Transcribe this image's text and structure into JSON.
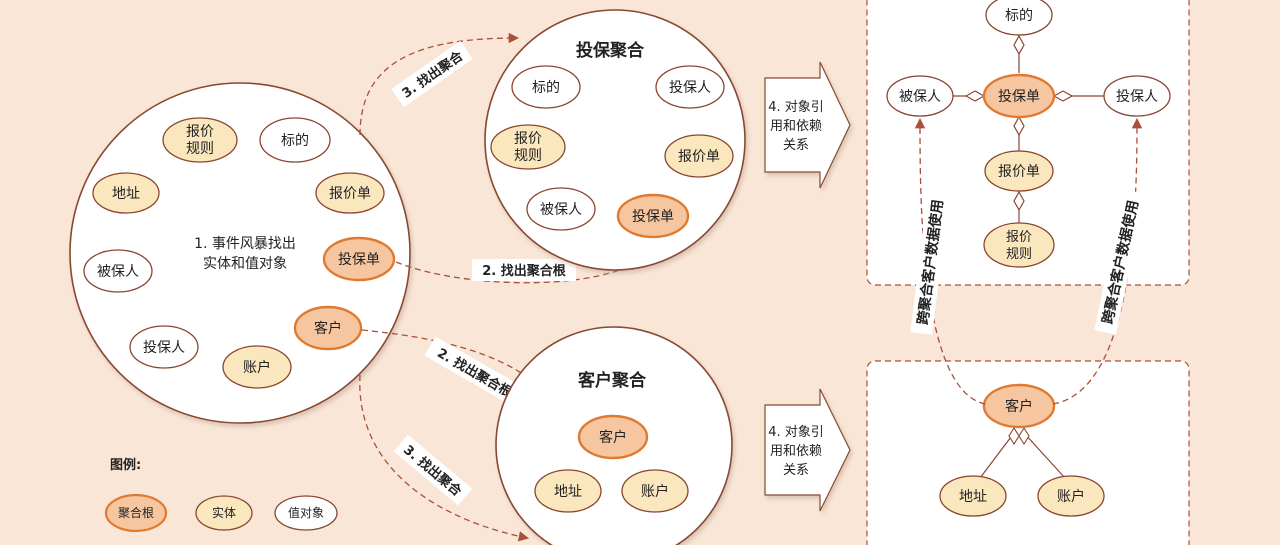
{
  "labels": {
    "event_storm": [
      "1. 事件风暴找出",
      "实体和值对象"
    ],
    "step3_top": "3. 找出聚合",
    "step2_top": "2. 找出聚合根",
    "step2_bottom": "2. 找出聚合根",
    "step3_bottom": "3. 找出聚合",
    "step4_top": [
      "4. 对象引",
      "用和依赖",
      "关系"
    ],
    "step4_bottom": [
      "4. 对象引",
      "用和依赖",
      "关系"
    ],
    "cross_left": "跨聚合客户数据使用",
    "cross_right": "跨聚合客户数据使用"
  },
  "big_circle": {
    "items": {
      "quote_rule": [
        "报价",
        "规则"
      ],
      "subject": "标的",
      "address": "地址",
      "quote": "报价单",
      "insured": "被保人",
      "policy": "投保单",
      "customer": "客户",
      "policyholder": "投保人",
      "account": "账户"
    }
  },
  "insure_agg": {
    "title": "投保聚合",
    "items": {
      "subject": "标的",
      "policyholder": "投保人",
      "quote_rule": [
        "报价",
        "规则"
      ],
      "quote": "报价单",
      "insured": "被保人",
      "policy": "投保单"
    }
  },
  "customer_agg": {
    "title": "客户聚合",
    "items": {
      "customer": "客户",
      "address": "地址",
      "account": "账户"
    }
  },
  "right_top": {
    "items": {
      "subject": "标的",
      "insured": "被保人",
      "policy": "投保单",
      "policyholder": "投保人",
      "quote": "报价单",
      "quote_rule": [
        "报价",
        "规则"
      ]
    }
  },
  "right_bottom": {
    "items": {
      "customer": "客户",
      "address": "地址",
      "account": "账户"
    }
  },
  "legend": {
    "title": "图例:",
    "root": "聚合根",
    "entity": "实体",
    "value_object": "值对象"
  },
  "colors": {
    "background": "#f9e6d6",
    "root_fill": "#f5c6a0",
    "root_stroke": "#e07a30",
    "entity_fill": "#fbe7bd",
    "value_fill": "#ffffff",
    "outline": "#8a4630",
    "dash": "#a8503a"
  }
}
